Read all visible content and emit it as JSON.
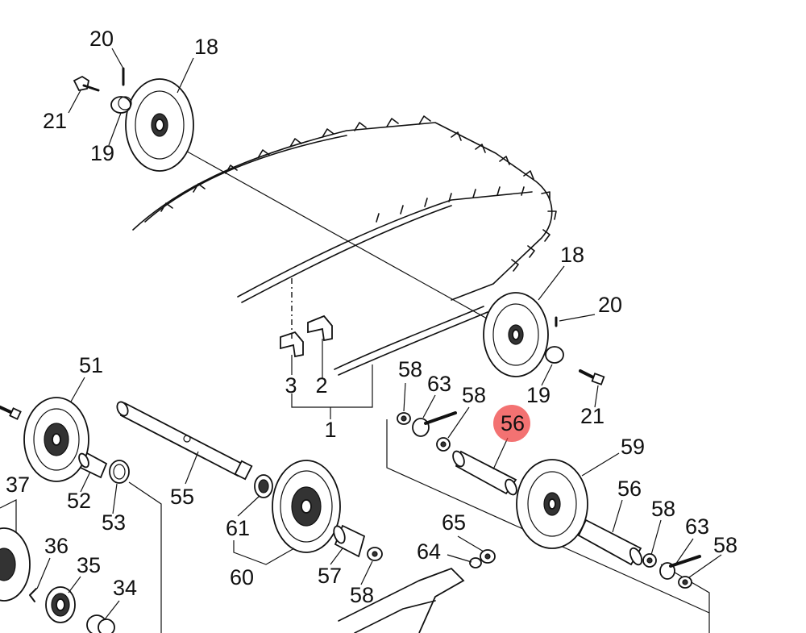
{
  "highlight_color": "#ee3b3b",
  "callouts": {
    "c20a": "20",
    "c18a": "18",
    "c21a": "21",
    "c19a": "19",
    "c18b": "18",
    "c20b": "20",
    "c19b": "19",
    "c21b": "21",
    "c3": "3",
    "c2": "2",
    "c1": "1",
    "c58a": "58",
    "c63a": "63",
    "c58b": "58",
    "c56hl": "56",
    "c59": "59",
    "c56b": "56",
    "c58c": "58",
    "c63b": "63",
    "c58d": "58",
    "c51": "51",
    "c52": "52",
    "c53": "53",
    "c55": "55",
    "c37": "37",
    "c61": "61",
    "c60": "60",
    "c57": "57",
    "c58e": "58",
    "c65": "65",
    "c64": "64",
    "c36": "36",
    "c35": "35",
    "c34": "34"
  }
}
